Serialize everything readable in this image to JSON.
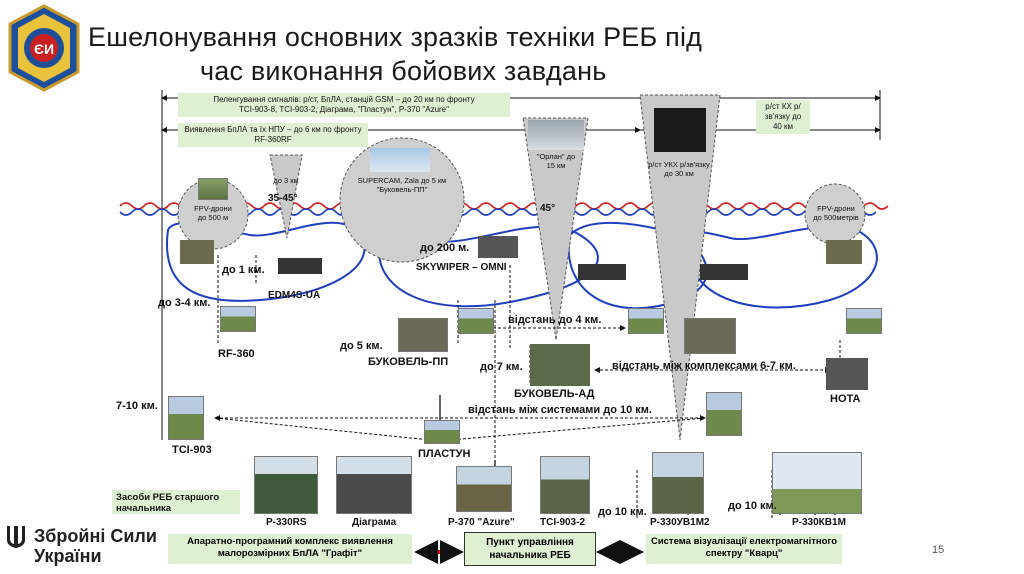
{
  "title": {
    "line1": "Ешелонування основних зразків техніки РЕБ під",
    "line2": "час виконання бойових завдань"
  },
  "top_boxes": {
    "direction_finding": "Пеленгування сигналів: р/ст, БпЛА, станцій GSM – до 20 км по фронту",
    "direction_finding_2": "TCI-903-8, TCI-903-2, Діаграма, \"Пластун\", Р-370 \"Azure\"",
    "detection": "Виявлення БпЛА та їх НПУ – до 6 км по фронту",
    "detection_2": "RF-360RF",
    "radio_kx": "р/ст КХ р/зв'язку до 40 км"
  },
  "cones": {
    "fpv_left": "FPV-дрони до 500 м",
    "mavic": "до 3 км",
    "angle_1": "35-45°",
    "supercam": "SUPERCAM, Zala до 5 км \"Буковель-ПП\"",
    "orlan": "\"Орлан\" до 15 км",
    "angle_2": "45°",
    "ukx": "р/ст УКХ р/зв'язку до 30 км",
    "fpv_right": "FPV-дрони до 500метрів"
  },
  "labels": {
    "do_200": "до 200 м.",
    "skywiper": "SKYWIPER – OMNI",
    "do_1": "до 1 км.",
    "edm": "EDM4S-UA",
    "do_3_4": "до 3-4 км.",
    "rf360": "RF-360",
    "do_5": "до 5 км.",
    "bukovel_pp": "БУКОВЕЛЬ-ПП",
    "vidstan_4": "відстань до 4 км.",
    "do_7": "до 7 км.",
    "bukovel_ad": "БУКОВЕЛЬ-АД",
    "vidstan_kompl": "відстань між комплексами 6-7 км.",
    "nota": "НОТА",
    "km_7_10": "7-10 км.",
    "vidstan_syst": "відстань між системами до 10 км.",
    "tci903": "TCI-903",
    "plastun": "ПЛАСТУН",
    "zasoby": "Засоби РЕБ старшого начальника",
    "r330rs": "Р-330RS",
    "diagrama": "Діаграма",
    "r370": "Р-370 \"Azure\"",
    "tci903_2": "TCI-903-2",
    "do_10_a": "до 10 км.",
    "r330uv": "Р-330УВ1М2",
    "do_10_b": "до 10 км.",
    "r330kv": "Р-330КВ1М"
  },
  "bottom": {
    "grafit": "Апаратно-програмний комплекс виявлення малорозмірних БпЛА \"Графіт\"",
    "command": "Пункт управління начальника РЕБ",
    "kvarts": "Система візуалізації електромагнітного спектру \"Кварц\""
  },
  "footer": {
    "org_line1": "Збройні Сили",
    "org_line2": "України",
    "page": "15"
  },
  "colors": {
    "front_red": "#d22020",
    "front_blue": "#1f3fbf",
    "ellipse": "#1f3fbf",
    "box_green": "#dff0d2",
    "arrow_red": "#e01010"
  }
}
